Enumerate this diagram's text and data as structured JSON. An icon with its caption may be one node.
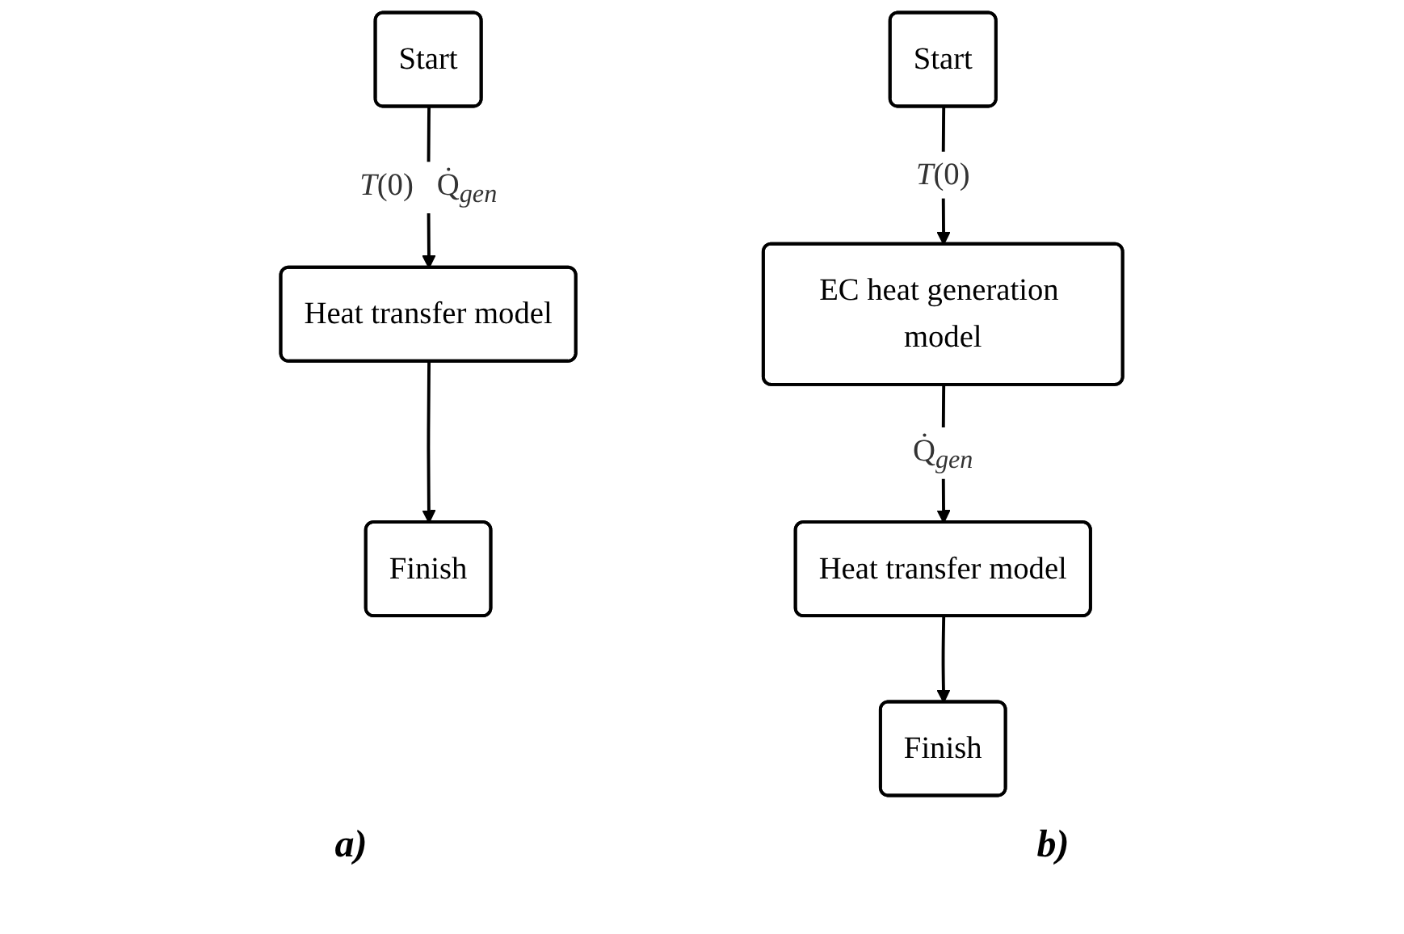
{
  "diagram": {
    "nodes": [
      {
        "text": [
          "Start"
        ]
      },
      {
        "text": [
          "Heat transfer model"
        ]
      },
      {
        "text": [
          "Finish"
        ]
      },
      {
        "text": [
          "Start"
        ]
      },
      {
        "text": [
          "EC heat generation model"
        ]
      },
      {
        "text": [
          "Heat transfer model"
        ]
      },
      {
        "text": [
          "Finish"
        ]
      }
    ],
    "edges": [
      {
        "from": 0,
        "to": 1,
        "arrow": "to",
        "label": "*T*(0)   Q̇$_{gen}$"
      },
      {
        "from": 1,
        "to": 2,
        "arrow": "to"
      },
      {
        "from": 3,
        "to": 4,
        "arrow": "to",
        "label": "*T*(0)"
      },
      {
        "from": 4,
        "to": 5,
        "arrow": "to",
        "label": "Q̇$_{gen}$"
      },
      {
        "from": 5,
        "to": 6,
        "arrow": "to"
      }
    ],
    "labels": [
      "a)",
      "b)"
    ]
  }
}
